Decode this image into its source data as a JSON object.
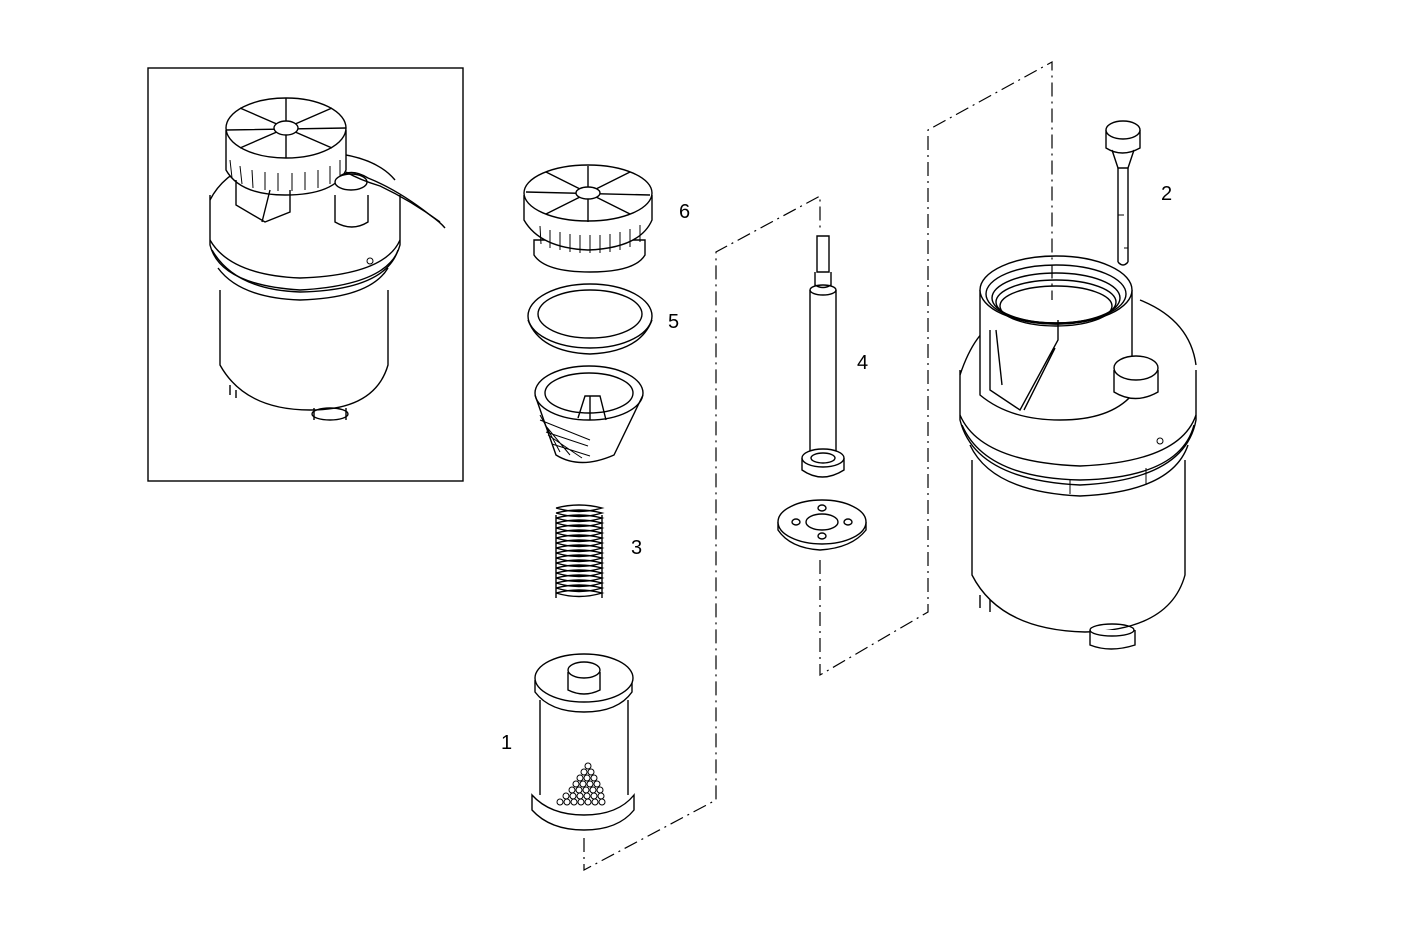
{
  "callouts": {
    "filter": "1",
    "dipstick": "2",
    "spring": "3",
    "bolt": "4",
    "seal": "5",
    "cap": "6"
  }
}
